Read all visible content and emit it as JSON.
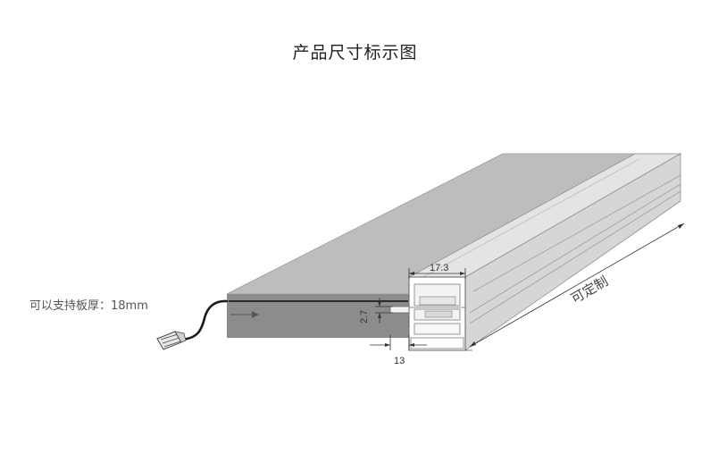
{
  "title": "产品尺寸标示图",
  "labels": {
    "board_thickness": "可以支持板厚：18mm",
    "customizable": "可定制",
    "profile_width": "17.3",
    "groove_height": "2.7",
    "depth": "13"
  },
  "colors": {
    "board_top": "#bdbdbd",
    "board_front": "#8c8c8c",
    "profile_top": "#e4e4e4",
    "profile_side": "#d6d6d6",
    "cable": "#1a1a1a"
  }
}
